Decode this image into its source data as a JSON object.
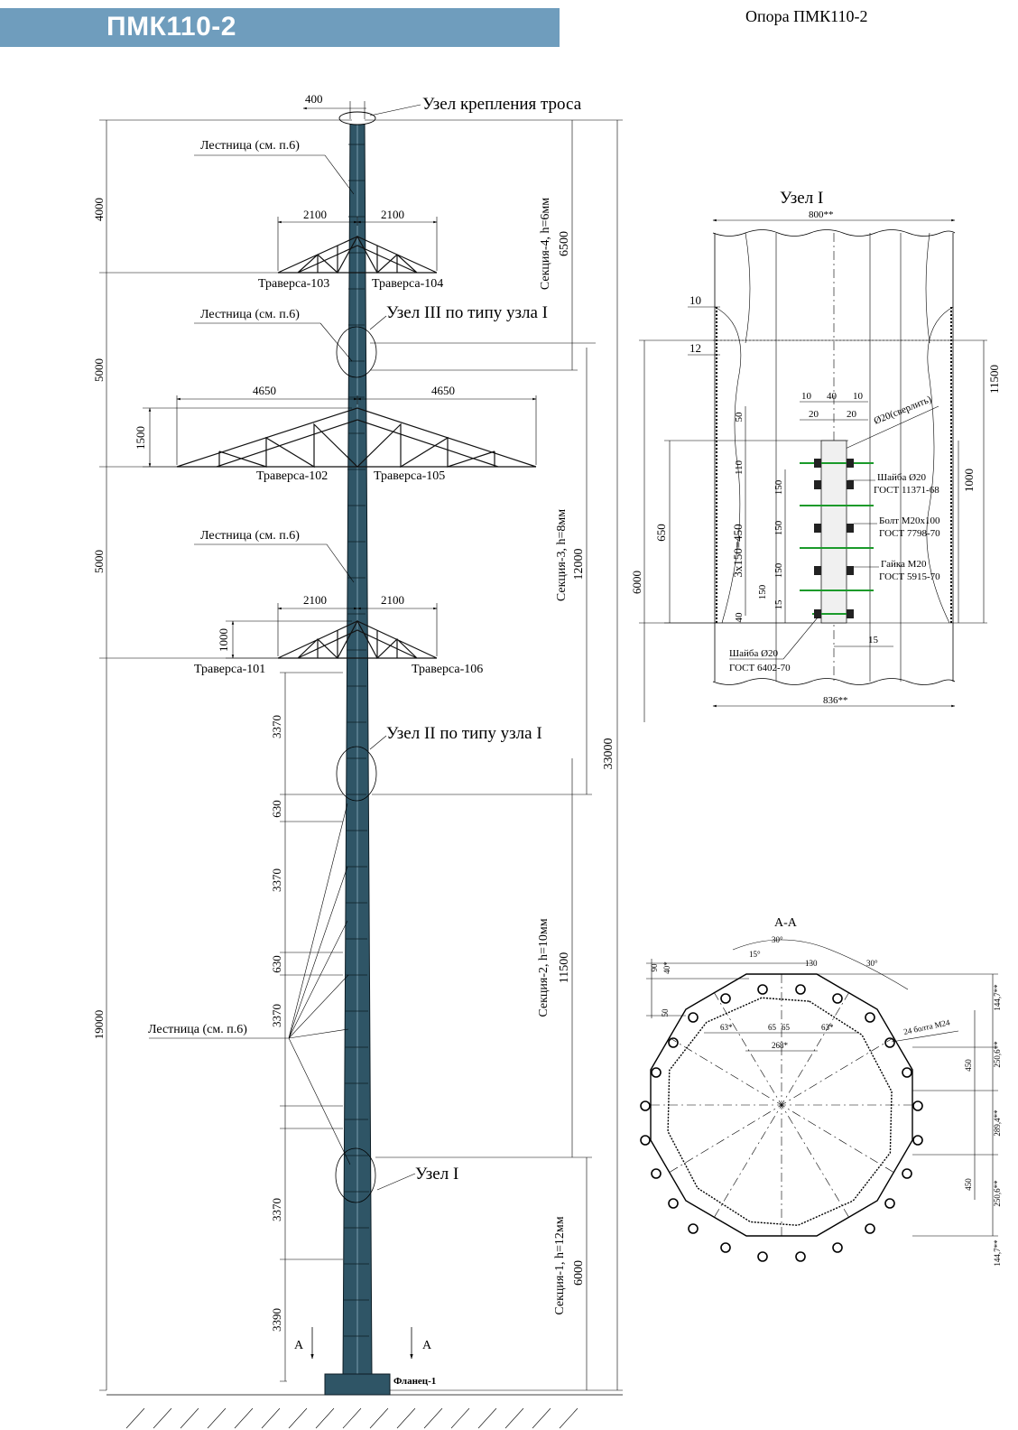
{
  "header": {
    "title": "ПМК110-2",
    "caption": "Опора ПМК110-2"
  },
  "tower": {
    "top_width": "400",
    "top_node": "Узел крепления троса",
    "ladder": "Лестница (см. п.6)",
    "node3": "Узел III по типу узла I",
    "node2": "Узел II по типу узла I",
    "node1": "Узел I",
    "flange": "Фланец-1",
    "cut_mark": "А",
    "arms": {
      "a103": "Траверса-103",
      "a104": "Траверса-104",
      "a102": "Траверса-102",
      "a105": "Траверса-105",
      "a101": "Траверса-101",
      "a106": "Траверса-106"
    },
    "arm_spans": {
      "top": "2100",
      "mid": "4650",
      "low": "2100"
    },
    "arm_heights": {
      "mid": "1500",
      "low": "1000"
    },
    "left_dims": {
      "d4000": "4000",
      "d5000a": "5000",
      "d5000b": "5000",
      "d19000": "19000"
    },
    "ladder_dims": {
      "d3370": "3370",
      "d630": "630",
      "d3390": "3390"
    },
    "sections": {
      "s4": "Секция-4, h=6мм",
      "s4h": "6500",
      "s3": "Секция-3, h=8мм",
      "s3h": "12000",
      "s2": "Секция-2, h=10мм",
      "s2h": "11500",
      "s1": "Секция-1, h=12мм",
      "s1h": "6000",
      "total": "33000"
    }
  },
  "node_detail": {
    "title": "Узел I",
    "width_top": "800**",
    "width_bottom": "836**",
    "pos10": "10",
    "pos12": "12",
    "h11500": "11500",
    "h6000": "6000",
    "h1000": "1000",
    "h650": "650",
    "pitch": "3x150=450",
    "d50": "50",
    "d110": "110",
    "d150": "150",
    "d40": "40",
    "d15": "15",
    "w10": "10",
    "w40": "40",
    "w20": "20",
    "drill": "Ø20(сверлить)",
    "washer1": "Шайба Ø20",
    "washer1_std": "ГОСТ 11371-68",
    "bolt": "Болт М20х100",
    "bolt_std": "ГОСТ 7798-70",
    "nut": "Гайка М20",
    "nut_std": "ГОСТ 5915-70",
    "washer2": "Шайба Ø20",
    "washer2_std": "ГОСТ 6402-70",
    "edge15": "15"
  },
  "section_aa": {
    "title": "А-А",
    "ang30": "30°",
    "ang15": "15°",
    "d130": "130",
    "d90": "90",
    "d40": "40*",
    "d50": "50",
    "d63": "63*",
    "d65": "65",
    "d268": "268*",
    "bolts": "24 болта М24",
    "h1447": "144,7**",
    "h2506": "250,6**",
    "h2894": "289,4**",
    "h450": "450"
  }
}
